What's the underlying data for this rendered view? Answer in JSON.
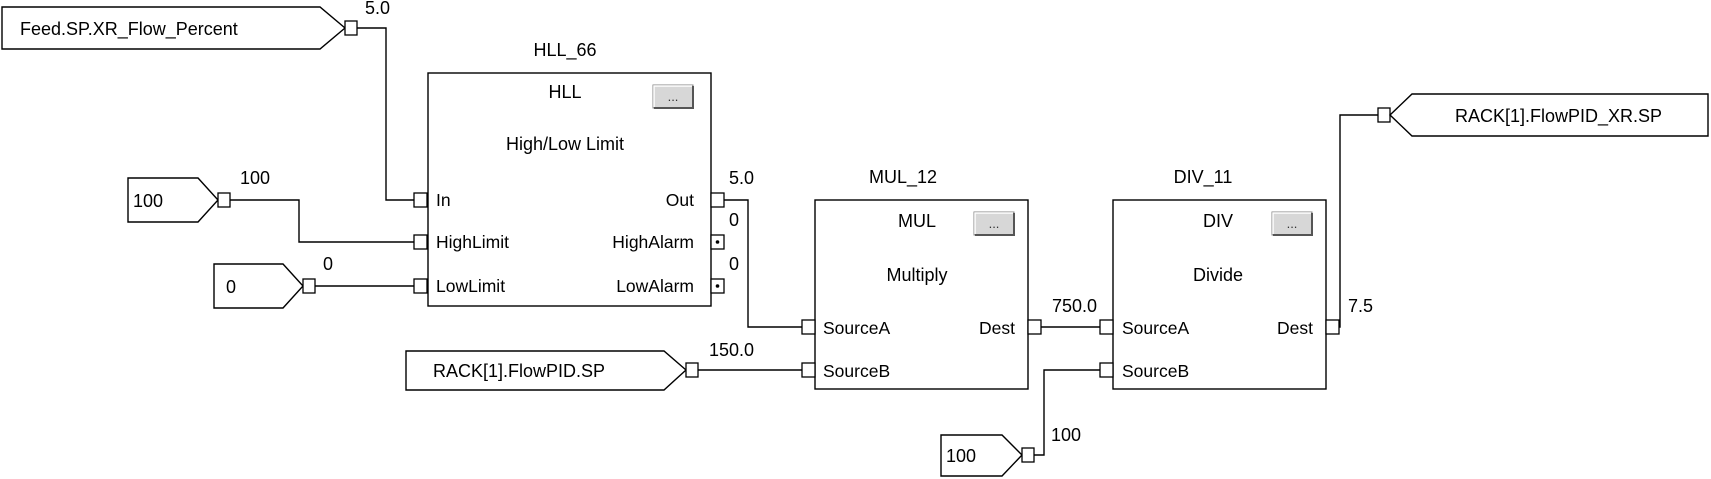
{
  "blocks": {
    "hll": {
      "instance": "HLL_66",
      "type": "HLL",
      "description": "High/Low Limit",
      "inputs": [
        "In",
        "HighLimit",
        "LowLimit"
      ],
      "outputs": [
        "Out",
        "HighAlarm",
        "LowAlarm"
      ],
      "config_button": "..."
    },
    "mul": {
      "instance": "MUL_12",
      "type": "MUL",
      "description": "Multiply",
      "inputs": [
        "SourceA",
        "SourceB"
      ],
      "outputs": [
        "Dest"
      ],
      "config_button": "..."
    },
    "div": {
      "instance": "DIV_11",
      "type": "DIV",
      "description": "Divide",
      "inputs": [
        "SourceA",
        "SourceB"
      ],
      "outputs": [
        "Dest"
      ],
      "config_button": "..."
    }
  },
  "tags": {
    "feed_flow_percent": "Feed.SP.XR_Flow_Percent",
    "high_limit_const": "100",
    "low_limit_const": "0",
    "rack_flowpid_sp": "RACK[1].FlowPID.SP",
    "div_sourceb_const": "100",
    "output_tag": "RACK[1].FlowPID_XR.SP"
  },
  "wire_values": {
    "feed_value": "5.0",
    "high_limit_value": "100",
    "low_limit_value": "0",
    "hll_out_value": "5.0",
    "high_alarm_value": "0",
    "low_alarm_value": "0",
    "mul_sourceb_value": "150.0",
    "mul_dest_value": "750.0",
    "div_sourceb_value": "100",
    "div_dest_value": "7.5"
  }
}
